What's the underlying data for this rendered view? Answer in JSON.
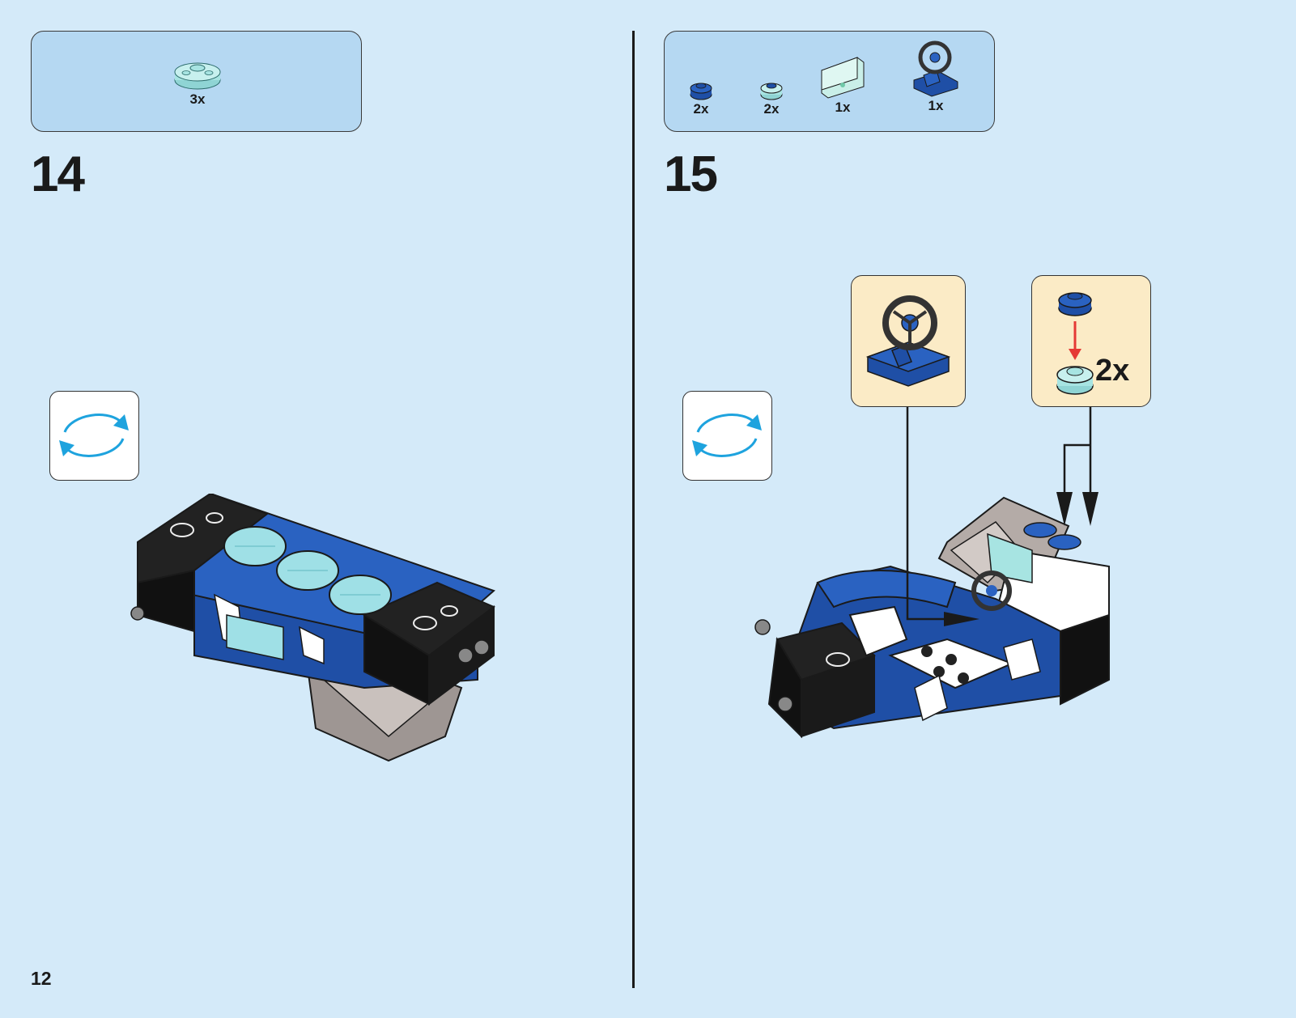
{
  "page": {
    "number": "12"
  },
  "steps": [
    {
      "number": "14",
      "parts": [
        {
          "icon": "transparent-round-plate-icon",
          "qty": "3x"
        }
      ]
    },
    {
      "number": "15",
      "parts": [
        {
          "icon": "blue-round-plate-icon",
          "qty": "2x"
        },
        {
          "icon": "transparent-round-plate-icon",
          "qty": "2x"
        },
        {
          "icon": "windscreen-panel-icon",
          "qty": "1x"
        },
        {
          "icon": "steering-wheel-icon",
          "qty": "1x"
        }
      ],
      "subassembly_qty": "2x"
    }
  ],
  "colors": {
    "background": "#d4eaf9",
    "parts_box": "#b5d8f2",
    "callout": "#fbebc6",
    "lego_blue": "#1f4fa6",
    "lego_black": "#1a1a1a",
    "trans_light_blue": "#9fe0e6",
    "rotate_arrow": "#1ea3de"
  }
}
